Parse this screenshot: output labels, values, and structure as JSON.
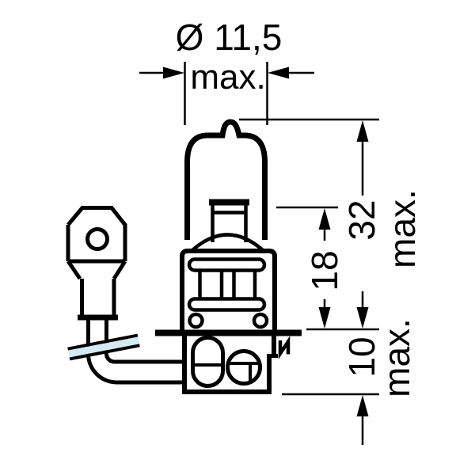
{
  "drawing": {
    "title": "H3 halogen bulb dimensional diagram",
    "labels": {
      "diameter_value": "Ø 11,5",
      "diameter_qualifier": "max.",
      "overall_length_value": "32",
      "overall_length_qualifier": "max.",
      "filament_height_value": "18",
      "base_height_value": "10",
      "base_height_qualifier": "max."
    },
    "colors": {
      "line": "#000000",
      "background": "#ffffff",
      "wire_break_highlight": "#d3e8f0"
    }
  }
}
